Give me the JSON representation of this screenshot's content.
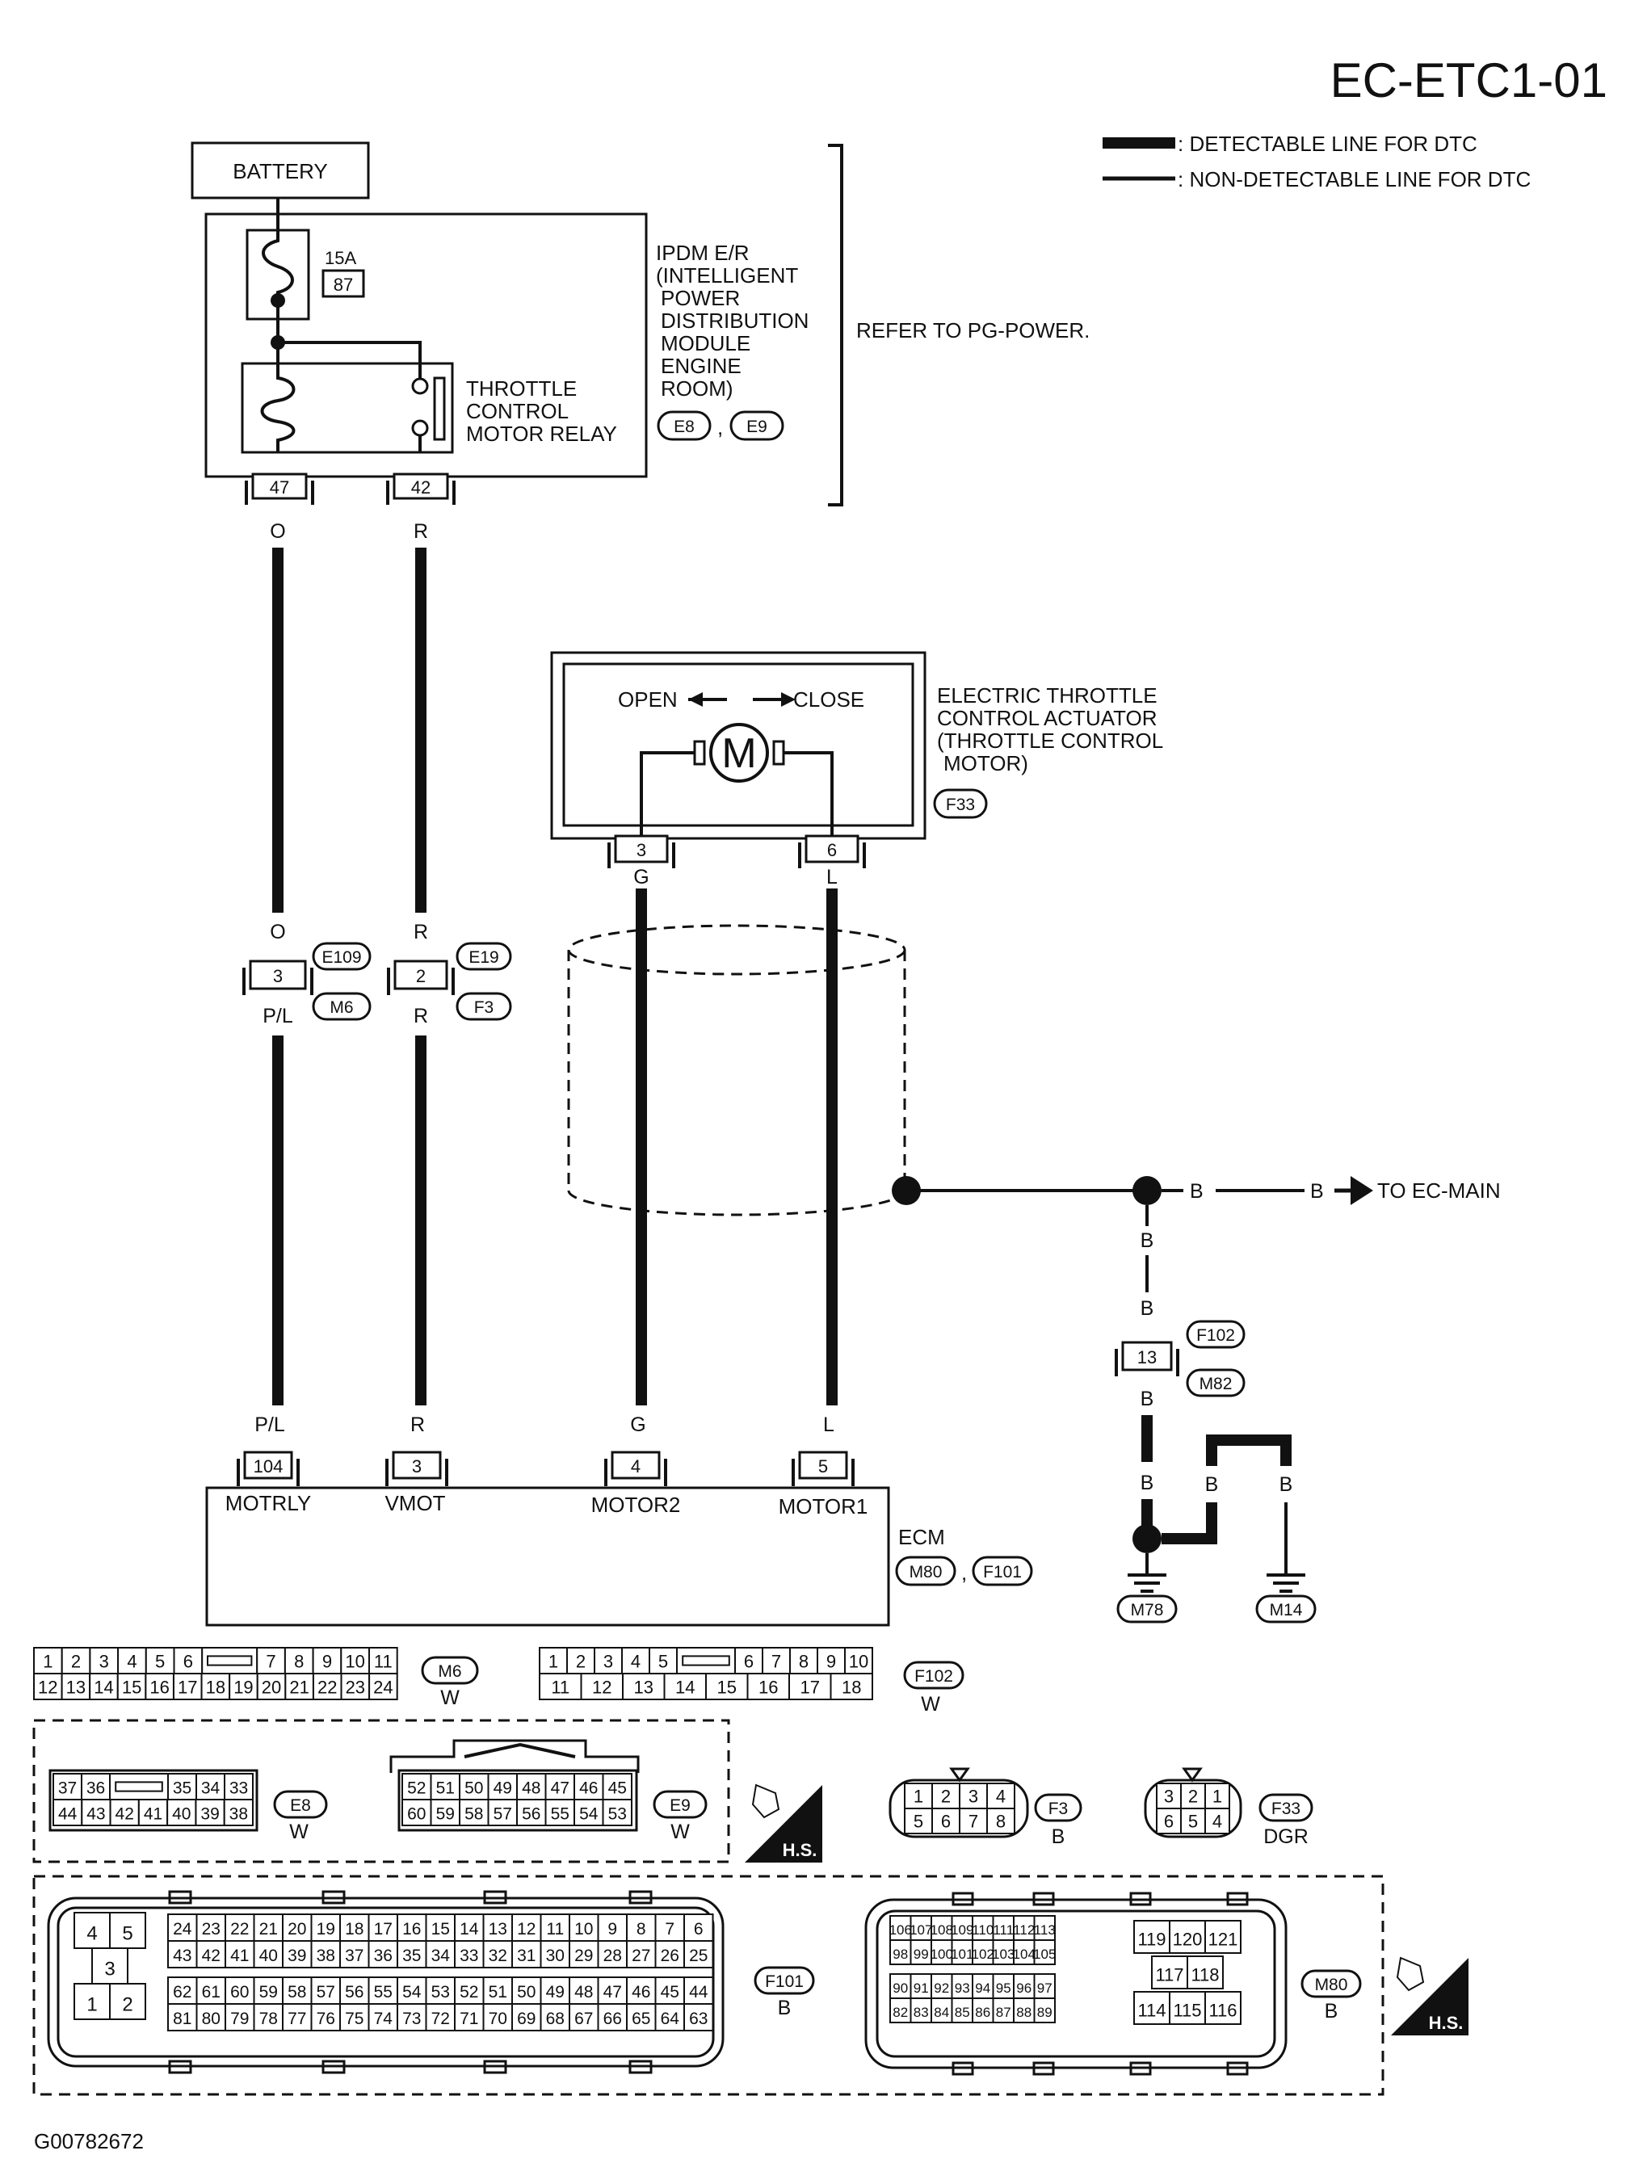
{
  "page": {
    "code": "EC-ETC1-01",
    "figure_id": "G00782672"
  },
  "legend": [
    {
      "label": ": DETECTABLE LINE FOR DTC",
      "style": "thick"
    },
    {
      "label": ": NON-DETECTABLE LINE FOR DTC",
      "style": "thin"
    }
  ],
  "battery": "BATTERY",
  "fuse": {
    "rating": "15A",
    "number": "87"
  },
  "relay": [
    "THROTTLE",
    "CONTROL",
    "MOTOR RELAY"
  ],
  "ipdm": {
    "lines": [
      "IPDM E/R",
      "(INTELLIGENT",
      "POWER",
      "DISTRIBUTION",
      "MODULE",
      "ENGINE",
      "ROOM)"
    ],
    "connectors": [
      "E8",
      "E9"
    ],
    "separator": ","
  },
  "refer": "REFER TO PG-POWER.",
  "ipdm_terminals": [
    "47",
    "42"
  ],
  "wire_colors": {
    "w1_top": "O",
    "w1_mid": "O",
    "w1_after": "P/L",
    "w1_end": "P/L",
    "w2_top": "R",
    "w2_mid": "R",
    "w2_after": "R",
    "w2_end": "R",
    "w3": "G",
    "w3_end": "G",
    "w4": "L",
    "w4_end": "L"
  },
  "actuator": {
    "open": "OPEN",
    "close": "CLOSE",
    "motor": "M",
    "label": [
      "ELECTRIC THROTTLE",
      "CONTROL ACTUATOR",
      "(THROTTLE CONTROL",
      "MOTOR)"
    ],
    "connector": "F33",
    "terminals": [
      "3",
      "6"
    ]
  },
  "joints": [
    {
      "terminal": "3",
      "upper": "E109",
      "lower": "M6"
    },
    {
      "terminal": "2",
      "upper": "E19",
      "lower": "F3"
    }
  ],
  "ecm": {
    "label": "ECM",
    "connectors": [
      "M80",
      "F101"
    ],
    "separator": ",",
    "pins": [
      {
        "num": "104",
        "name": "MOTRLY"
      },
      {
        "num": "3",
        "name": "VMOT"
      },
      {
        "num": "4",
        "name": "MOTOR2"
      },
      {
        "num": "5",
        "name": "MOTOR1"
      }
    ]
  },
  "ground": {
    "b": "B",
    "to": "TO EC-MAIN",
    "joint_terminal": "13",
    "joint_upper": "F102",
    "joint_lower": "M82",
    "grounds": [
      "M78",
      "M14"
    ]
  },
  "connectors": {
    "m6": {
      "rows": [
        [
          "1",
          "2",
          "3",
          "4",
          "5",
          "6",
          "",
          "7",
          "8",
          "9",
          "10",
          "11"
        ],
        [
          "12",
          "13",
          "14",
          "15",
          "16",
          "17",
          "18",
          "19",
          "20",
          "21",
          "22",
          "23",
          "24"
        ]
      ],
      "name": "M6",
      "color": "W"
    },
    "f102": {
      "rows": [
        [
          "1",
          "2",
          "3",
          "4",
          "5",
          "",
          "6",
          "7",
          "8",
          "9",
          "10"
        ],
        [
          "11",
          "12",
          "13",
          "14",
          "15",
          "16",
          "17",
          "18"
        ]
      ],
      "name": "F102",
      "color": "W"
    },
    "e8": {
      "rows": [
        [
          "37",
          "36",
          "",
          "35",
          "34",
          "33"
        ],
        [
          "44",
          "43",
          "42",
          "41",
          "40",
          "39",
          "38"
        ]
      ],
      "name": "E8",
      "color": "W"
    },
    "e9": {
      "rows": [
        [
          "52",
          "51",
          "50",
          "49",
          "48",
          "47",
          "46",
          "45"
        ],
        [
          "60",
          "59",
          "58",
          "57",
          "56",
          "55",
          "54",
          "53"
        ]
      ],
      "name": "E9",
      "color": "W"
    },
    "hs": "H.S.",
    "f3": {
      "rows": [
        [
          "1",
          "2",
          "3",
          "4"
        ],
        [
          "5",
          "6",
          "7",
          "8"
        ]
      ],
      "name": "F3",
      "color": "B"
    },
    "f33": {
      "rows": [
        [
          "3",
          "2",
          "1"
        ],
        [
          "6",
          "5",
          "4"
        ]
      ],
      "name": "F33",
      "color": "DGR"
    },
    "f101": {
      "left": [
        "4",
        "5",
        "3",
        "1",
        "2"
      ],
      "rows": [
        [
          "24",
          "23",
          "22",
          "21",
          "20",
          "19",
          "18",
          "17",
          "16",
          "15",
          "14",
          "13",
          "12",
          "11",
          "10",
          "9",
          "8",
          "7",
          "6"
        ],
        [
          "43",
          "42",
          "41",
          "40",
          "39",
          "38",
          "37",
          "36",
          "35",
          "34",
          "33",
          "32",
          "31",
          "30",
          "29",
          "28",
          "27",
          "26",
          "25"
        ],
        [
          "62",
          "61",
          "60",
          "59",
          "58",
          "57",
          "56",
          "55",
          "54",
          "53",
          "52",
          "51",
          "50",
          "49",
          "48",
          "47",
          "46",
          "45",
          "44"
        ],
        [
          "81",
          "80",
          "79",
          "78",
          "77",
          "76",
          "75",
          "74",
          "73",
          "72",
          "71",
          "70",
          "69",
          "68",
          "67",
          "66",
          "65",
          "64",
          "63"
        ]
      ],
      "name": "F101",
      "color": "B"
    },
    "m80": {
      "rows": [
        [
          "106",
          "107",
          "108",
          "109",
          "110",
          "111",
          "112",
          "113"
        ],
        [
          "98",
          "99",
          "100",
          "101",
          "102",
          "103",
          "104",
          "105"
        ],
        [
          "90",
          "91",
          "92",
          "93",
          "94",
          "95",
          "96",
          "97"
        ],
        [
          "82",
          "83",
          "84",
          "85",
          "86",
          "87",
          "88",
          "89"
        ]
      ],
      "right": [
        [
          "119",
          "120",
          "121"
        ],
        [
          "117",
          "118"
        ],
        [
          "114",
          "115",
          "116"
        ]
      ],
      "name": "M80",
      "color": "B"
    }
  }
}
